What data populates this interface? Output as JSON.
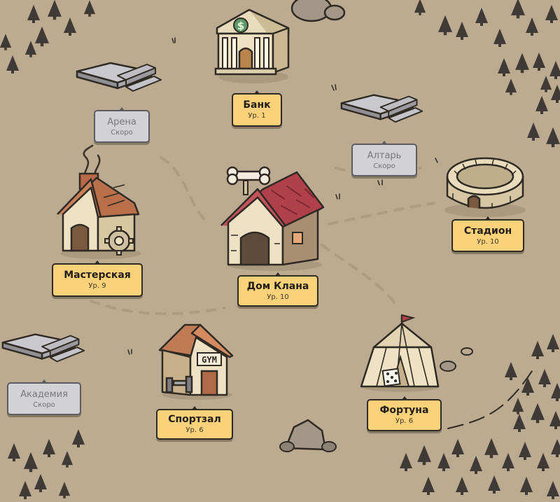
{
  "buildings": {
    "bank": {
      "name": "Банк",
      "level": "Ур. 1",
      "icon": "bank-icon",
      "status": "active"
    },
    "arena": {
      "name": "Арена",
      "level": "Скоро",
      "icon": "construction-slab-icon",
      "status": "soon"
    },
    "altar": {
      "name": "Алтарь",
      "level": "Скоро",
      "icon": "construction-slab-icon",
      "status": "soon"
    },
    "workshop": {
      "name": "Мастерская",
      "level": "Ур. 9",
      "icon": "workshop-house-icon",
      "status": "active"
    },
    "clan_house": {
      "name": "Дом Клана",
      "level": "Ур. 10",
      "icon": "dog-house-icon",
      "status": "active"
    },
    "stadium": {
      "name": "Стадион",
      "level": "Ур. 10",
      "icon": "stadium-icon",
      "status": "active"
    },
    "academy": {
      "name": "Академия",
      "level": "Скоро",
      "icon": "construction-slab-icon",
      "status": "soon"
    },
    "gym": {
      "name": "Спортзал",
      "level": "Ур. 6",
      "icon": "gym-icon",
      "gym_sign": "GYM",
      "status": "active"
    },
    "fortune": {
      "name": "Фортуна",
      "level": "Ур. 6",
      "icon": "circus-tent-icon",
      "status": "active"
    }
  },
  "colors": {
    "ground": "#bcab91",
    "label_active": "#fbd27a",
    "label_soon": "#d2d2d6",
    "outline": "#2f2a24",
    "roof_red": "#b0404a",
    "roof_brown": "#b9704a",
    "tree": "#3f3a36"
  }
}
